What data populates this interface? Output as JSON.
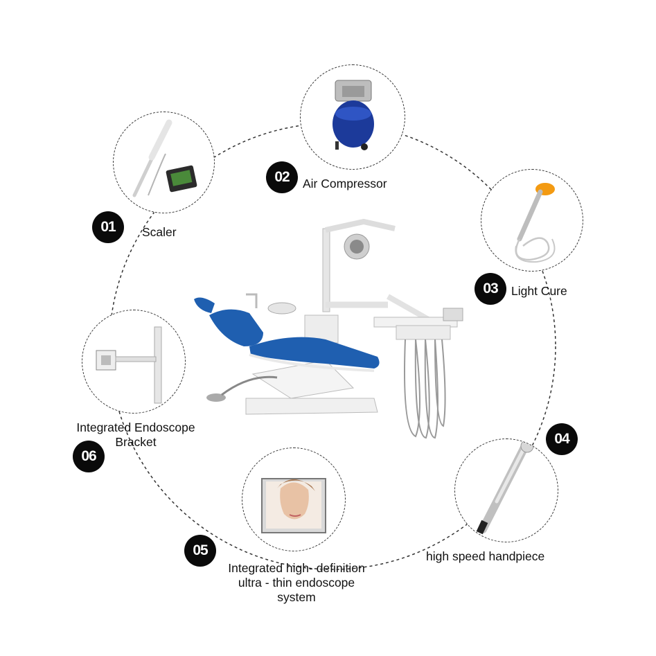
{
  "features": [
    {
      "number": "01",
      "label": "Scaler",
      "icon": "scaler-icon"
    },
    {
      "number": "02",
      "label": "Air Compressor",
      "icon": "air-compressor-icon"
    },
    {
      "number": "03",
      "label": "Light Cure",
      "icon": "light-cure-icon"
    },
    {
      "number": "04",
      "label": "high speed handpiece",
      "icon": "handpiece-icon"
    },
    {
      "number": "05",
      "label_lines": [
        "Integrated high- definition",
        "ultra - thin endoscope",
        "system"
      ],
      "icon": "endoscope-monitor-icon"
    },
    {
      "number": "06",
      "label_lines": [
        "Integrated Endoscope",
        "Bracket"
      ],
      "icon": "endoscope-bracket-icon"
    }
  ],
  "center_product": {
    "icon": "dental-chair-icon"
  },
  "colors": {
    "accent_blue": "#1f5fb0",
    "badge": "#0a0a0a",
    "compressor_blue": "#1c3a9a",
    "cure_orange": "#f39a12"
  }
}
